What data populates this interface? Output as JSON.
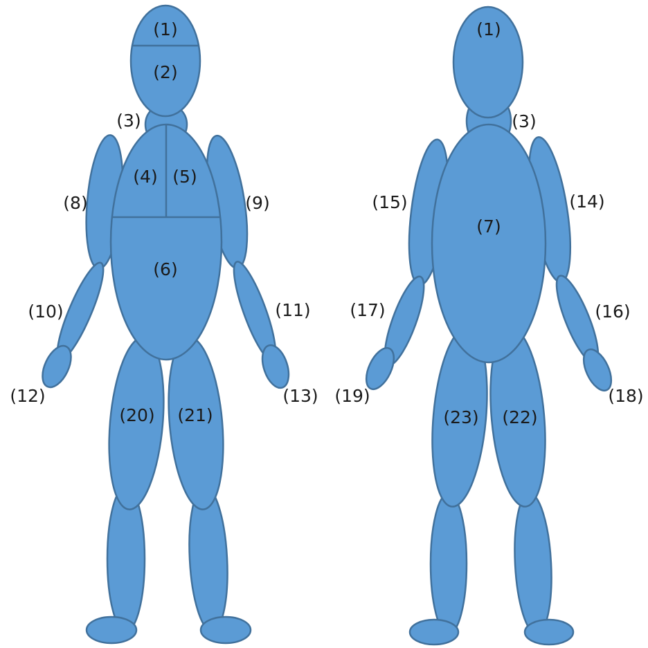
{
  "style": {
    "fill_color": "#5b9bd5",
    "outline_color": "#41719c",
    "label_color": "#1a1a1a"
  },
  "front_view": {
    "labels": {
      "head_top": "(1)",
      "face": "(2)",
      "neck": "(3)",
      "chest_right": "(4)",
      "chest_left": "(5)",
      "abdomen": "(6)",
      "upper_arm_right": "(8)",
      "upper_arm_left": "(9)",
      "forearm_right": "(10)",
      "forearm_left": "(11)",
      "hand_right": "(12)",
      "hand_left": "(13)",
      "thigh_right": "(20)",
      "thigh_left": "(21)"
    }
  },
  "back_view": {
    "labels": {
      "head": "(1)",
      "neck": "(3)",
      "back": "(7)",
      "upper_arm_left": "(15)",
      "upper_arm_right": "(14)",
      "forearm_left": "(17)",
      "forearm_right": "(16)",
      "hand_left": "(19)",
      "hand_right": "(18)",
      "thigh_left": "(23)",
      "thigh_right": "(22)"
    }
  }
}
